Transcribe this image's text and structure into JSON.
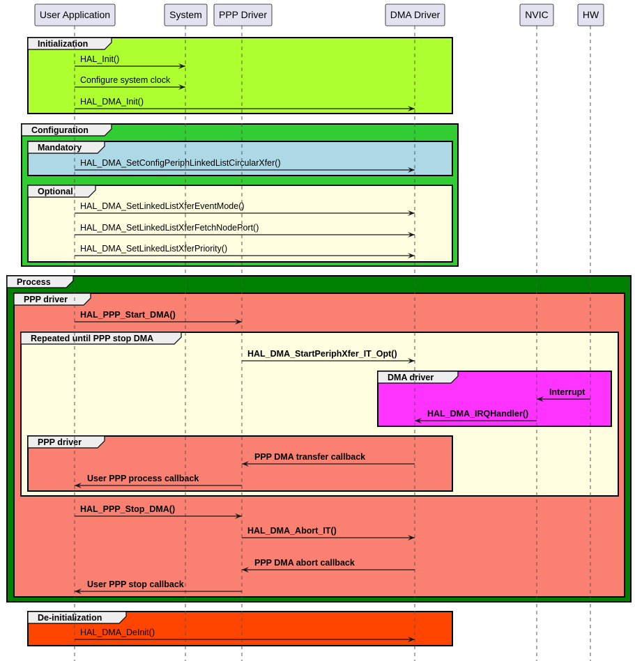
{
  "participants": [
    "User Application",
    "System",
    "PPP Driver",
    "DMA Driver",
    "NVIC",
    "HW"
  ],
  "groups": [
    {
      "label": "Initialization",
      "color": "#ADFF2F"
    },
    {
      "label": "Configuration",
      "color": "#32CD32"
    },
    {
      "label": "Mandatory",
      "color": "#ADD8E6"
    },
    {
      "label": "Optional",
      "color": "#FFFDE0"
    },
    {
      "label": "Process",
      "color": "#008000"
    },
    {
      "label": "PPP driver",
      "color": "#FA8072"
    },
    {
      "label": "Repeated until PPP stop DMA",
      "color": "#FFFDE0"
    },
    {
      "label": "DMA driver",
      "color": "#FF33FF"
    },
    {
      "label": "PPP driver",
      "color": "#FA8072"
    },
    {
      "label": "De-initialization",
      "color": "#FF4500"
    }
  ],
  "messages": [
    {
      "from": "User Application",
      "to": "System",
      "label": "HAL_Init()",
      "bold": false
    },
    {
      "from": "User Application",
      "to": "System",
      "label": "Configure system clock",
      "bold": false
    },
    {
      "from": "User Application",
      "to": "DMA Driver",
      "label": "HAL_DMA_Init()",
      "bold": false
    },
    {
      "from": "User Application",
      "to": "DMA Driver",
      "label": "HAL_DMA_SetConfigPeriphLinkedListCircularXfer()",
      "bold": false
    },
    {
      "from": "User Application",
      "to": "DMA Driver",
      "label": "HAL_DMA_SetLinkedListXferEventMode()",
      "bold": false
    },
    {
      "from": "User Application",
      "to": "DMA Driver",
      "label": "HAL_DMA_SetLinkedListXferFetchNodePort()",
      "bold": false
    },
    {
      "from": "User Application",
      "to": "DMA Driver",
      "label": "HAL_DMA_SetLinkedListXferPriority()",
      "bold": false
    },
    {
      "from": "User Application",
      "to": "PPP Driver",
      "label": "HAL_PPP_Start_DMA()",
      "bold": true
    },
    {
      "from": "PPP Driver",
      "to": "DMA Driver",
      "label": "HAL_DMA_StartPeriphXfer_IT_Opt()",
      "bold": true
    },
    {
      "from": "HW",
      "to": "NVIC",
      "label": "Interrupt",
      "bold": true
    },
    {
      "from": "NVIC",
      "to": "DMA Driver",
      "label": "HAL_DMA_IRQHandler()",
      "bold": true
    },
    {
      "from": "DMA Driver",
      "to": "PPP Driver",
      "label": "PPP DMA transfer callback",
      "bold": true
    },
    {
      "from": "PPP Driver",
      "to": "User Application",
      "label": "User PPP process callback",
      "bold": true
    },
    {
      "from": "User Application",
      "to": "PPP Driver",
      "label": "HAL_PPP_Stop_DMA()",
      "bold": true
    },
    {
      "from": "PPP Driver",
      "to": "DMA Driver",
      "label": "HAL_DMA_Abort_IT()",
      "bold": true
    },
    {
      "from": "DMA Driver",
      "to": "PPP Driver",
      "label": "PPP DMA abort callback",
      "bold": true
    },
    {
      "from": "PPP Driver",
      "to": "User Application",
      "label": "User PPP stop callback",
      "bold": true
    },
    {
      "from": "User Application",
      "to": "DMA Driver",
      "label": "HAL_DMA_DeInit()",
      "bold": false
    }
  ]
}
